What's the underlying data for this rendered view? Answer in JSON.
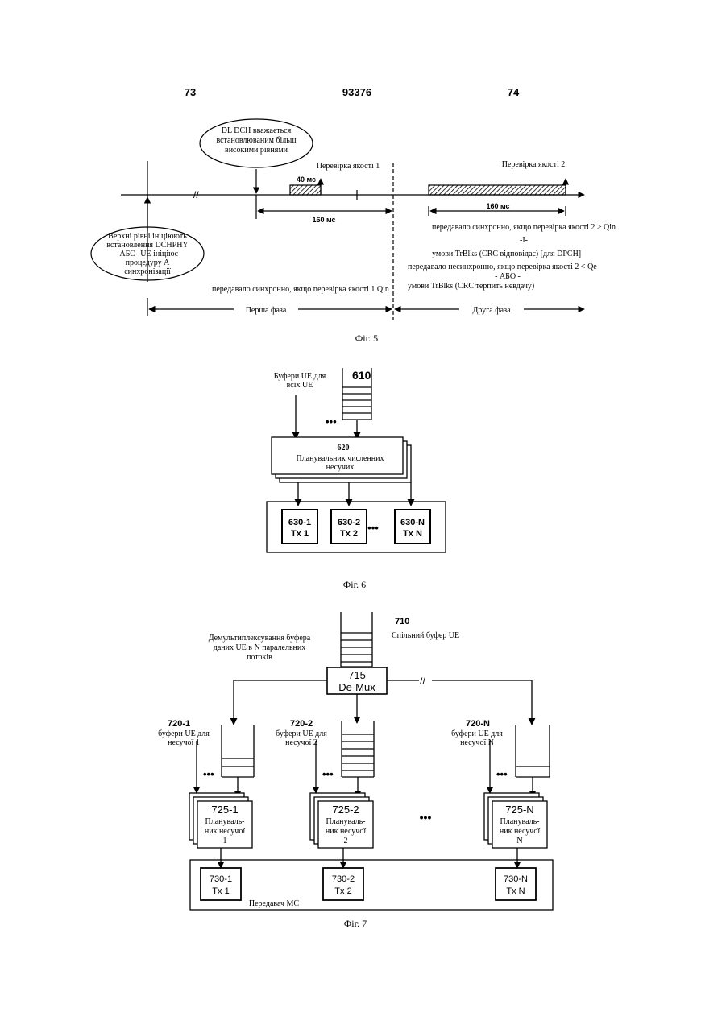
{
  "header": {
    "left_page": "73",
    "patent_no": "93376",
    "right_page": "74"
  },
  "fig5": {
    "caption": "Фіг. 5",
    "bubble_top": [
      "DL DCH вважається",
      "встановлюваним більш",
      "високими рівнями"
    ],
    "bubble_left": [
      "Верхні рівні ініціюють",
      "встановлення DCHPHY",
      "-АБО- UE ініціює",
      "процедуру А",
      "синхронізації"
    ],
    "check1": "Перевірка якості 1",
    "check2": "Перевірка якості 2",
    "ms40": "40 мс",
    "ms160_a": "160 мс",
    "ms160_b": "160 мс",
    "break_mark": "//",
    "right_lines": [
      "передавало синхронно, якщо перевірка якості 2 > Qin",
      "-І-",
      "умови TrBlks (CRC відповідає) [для DPCH]",
      "передавало несинхронно, якщо перевірка якості 2 < Qe",
      "- АБО -",
      "умови TrBlks (CRC терпить невдачу)"
    ],
    "sync1": "передавало синхронно, якщо перевірка якості 1 Qin",
    "phase1": "Перша фаза",
    "phase2": "Друга фаза"
  },
  "fig6": {
    "caption": "Фіг. 6",
    "buffers_label": [
      "Буфери UE для",
      "всіх UE"
    ],
    "buffer_num": "610",
    "dots": "•••",
    "scheduler_num": "620",
    "scheduler_label": [
      "Планувальник численних",
      "несучих"
    ],
    "tx": [
      {
        "num": "630-1",
        "label": "Tx 1"
      },
      {
        "num": "630-2",
        "label": "Tx 2"
      },
      {
        "num": "630-N",
        "label": "Tx N"
      }
    ]
  },
  "fig7": {
    "caption": "Фіг. 7",
    "demux_label": [
      "Демультиплексування буфера",
      "даних UE в N паралельних",
      "потоків"
    ],
    "buffer_num": "710",
    "buffer_label": "Спільний буфер UE",
    "demux_num": "715",
    "demux_text": "De-Mux",
    "break_mark": "//",
    "dots": "•••",
    "columns": [
      {
        "buf_num": "720-1",
        "buf_label": [
          "буфери UE для",
          "несучої 1"
        ],
        "sched_num": "725-1",
        "sched_label": [
          "Плануваль-",
          "ник несучої",
          "1"
        ],
        "tx_num": "730-1",
        "tx_label": "Tx 1"
      },
      {
        "buf_num": "720-2",
        "buf_label": [
          "буфери UE для",
          "несучої 2"
        ],
        "sched_num": "725-2",
        "sched_label": [
          "Плануваль-",
          "ник несучої",
          "2"
        ],
        "tx_num": "730-2",
        "tx_label": "Tx 2"
      },
      {
        "buf_num": "720-N",
        "buf_label": [
          "буфери UE для",
          "несучої N"
        ],
        "sched_num": "725-N",
        "sched_label": [
          "Плануваль-",
          "ник несучої",
          "N"
        ],
        "tx_num": "730-N",
        "tx_label": "Tx N"
      }
    ],
    "transmitter": "Передавач МС"
  }
}
